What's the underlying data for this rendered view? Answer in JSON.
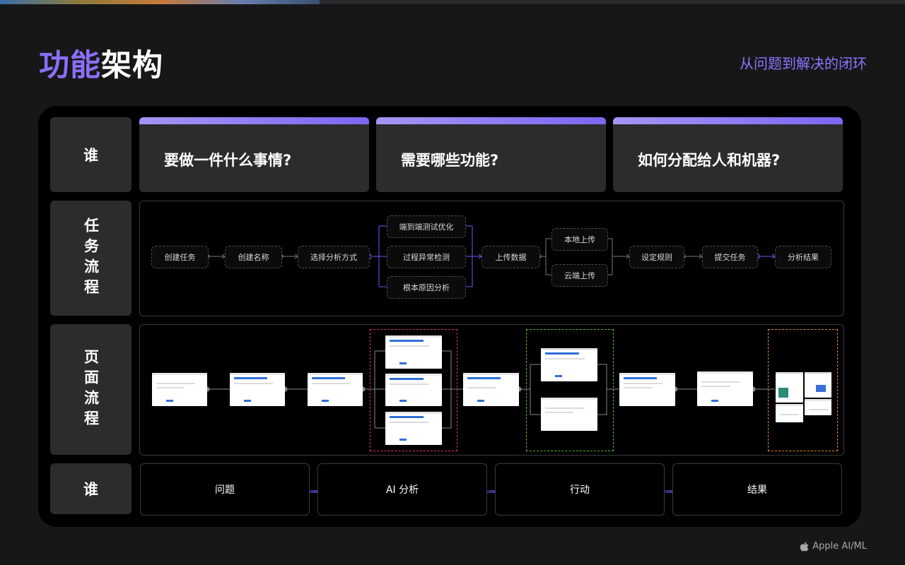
{
  "header": {
    "title_accent": "功能",
    "title_rest": "架构",
    "subtitle": "从问题到解决的闭环"
  },
  "row_labels": {
    "who_top": "谁",
    "task_flow": "任务流程",
    "page_flow": "页面流程",
    "who_bottom": "谁"
  },
  "questions": [
    "要做一件什么事情?",
    "需要哪些功能?",
    "如何分配给人和机器?"
  ],
  "task_nodes": {
    "create_task": "创建任务",
    "create_name": "创建名称",
    "choose_method": "选择分析方式",
    "e2e_opt": "端到端测试优化",
    "anomaly": "过程异常检测",
    "root_cause": "根本原因分析",
    "upload_data": "上传数据",
    "local_upload": "本地上传",
    "cloud_upload": "云端上传",
    "set_rules": "设定规则",
    "submit_task": "提交任务",
    "results": "分析结果"
  },
  "outcomes": [
    "问题",
    "AI 分析",
    "行动",
    "结果"
  ],
  "footer": {
    "brand": "Apple AI/ML",
    "icon": "apple-logo-icon"
  },
  "colors": {
    "accent": "#8b6ff7",
    "pink_group": "#e0307a",
    "green_group": "#5db83a",
    "orange_group": "#e08a30"
  }
}
